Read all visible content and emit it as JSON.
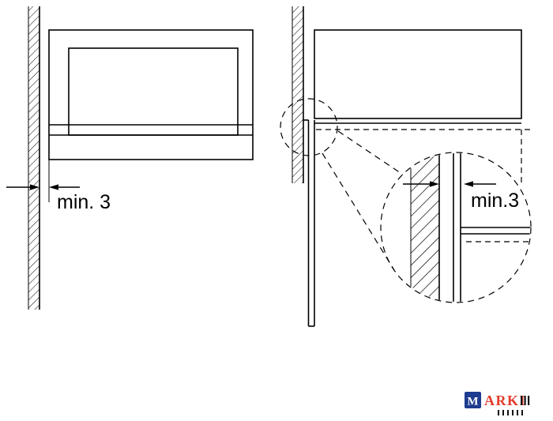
{
  "figure": {
    "front_view_label": "min. 3",
    "detail_view_label": "min.3"
  },
  "watermark": {
    "box_letter": "M",
    "name": "ARKI"
  },
  "colors": {
    "line": "#000000",
    "watermark_blue": "#1d3c8f",
    "watermark_red": "#e23b2a",
    "watermark_bars": "#111111"
  }
}
